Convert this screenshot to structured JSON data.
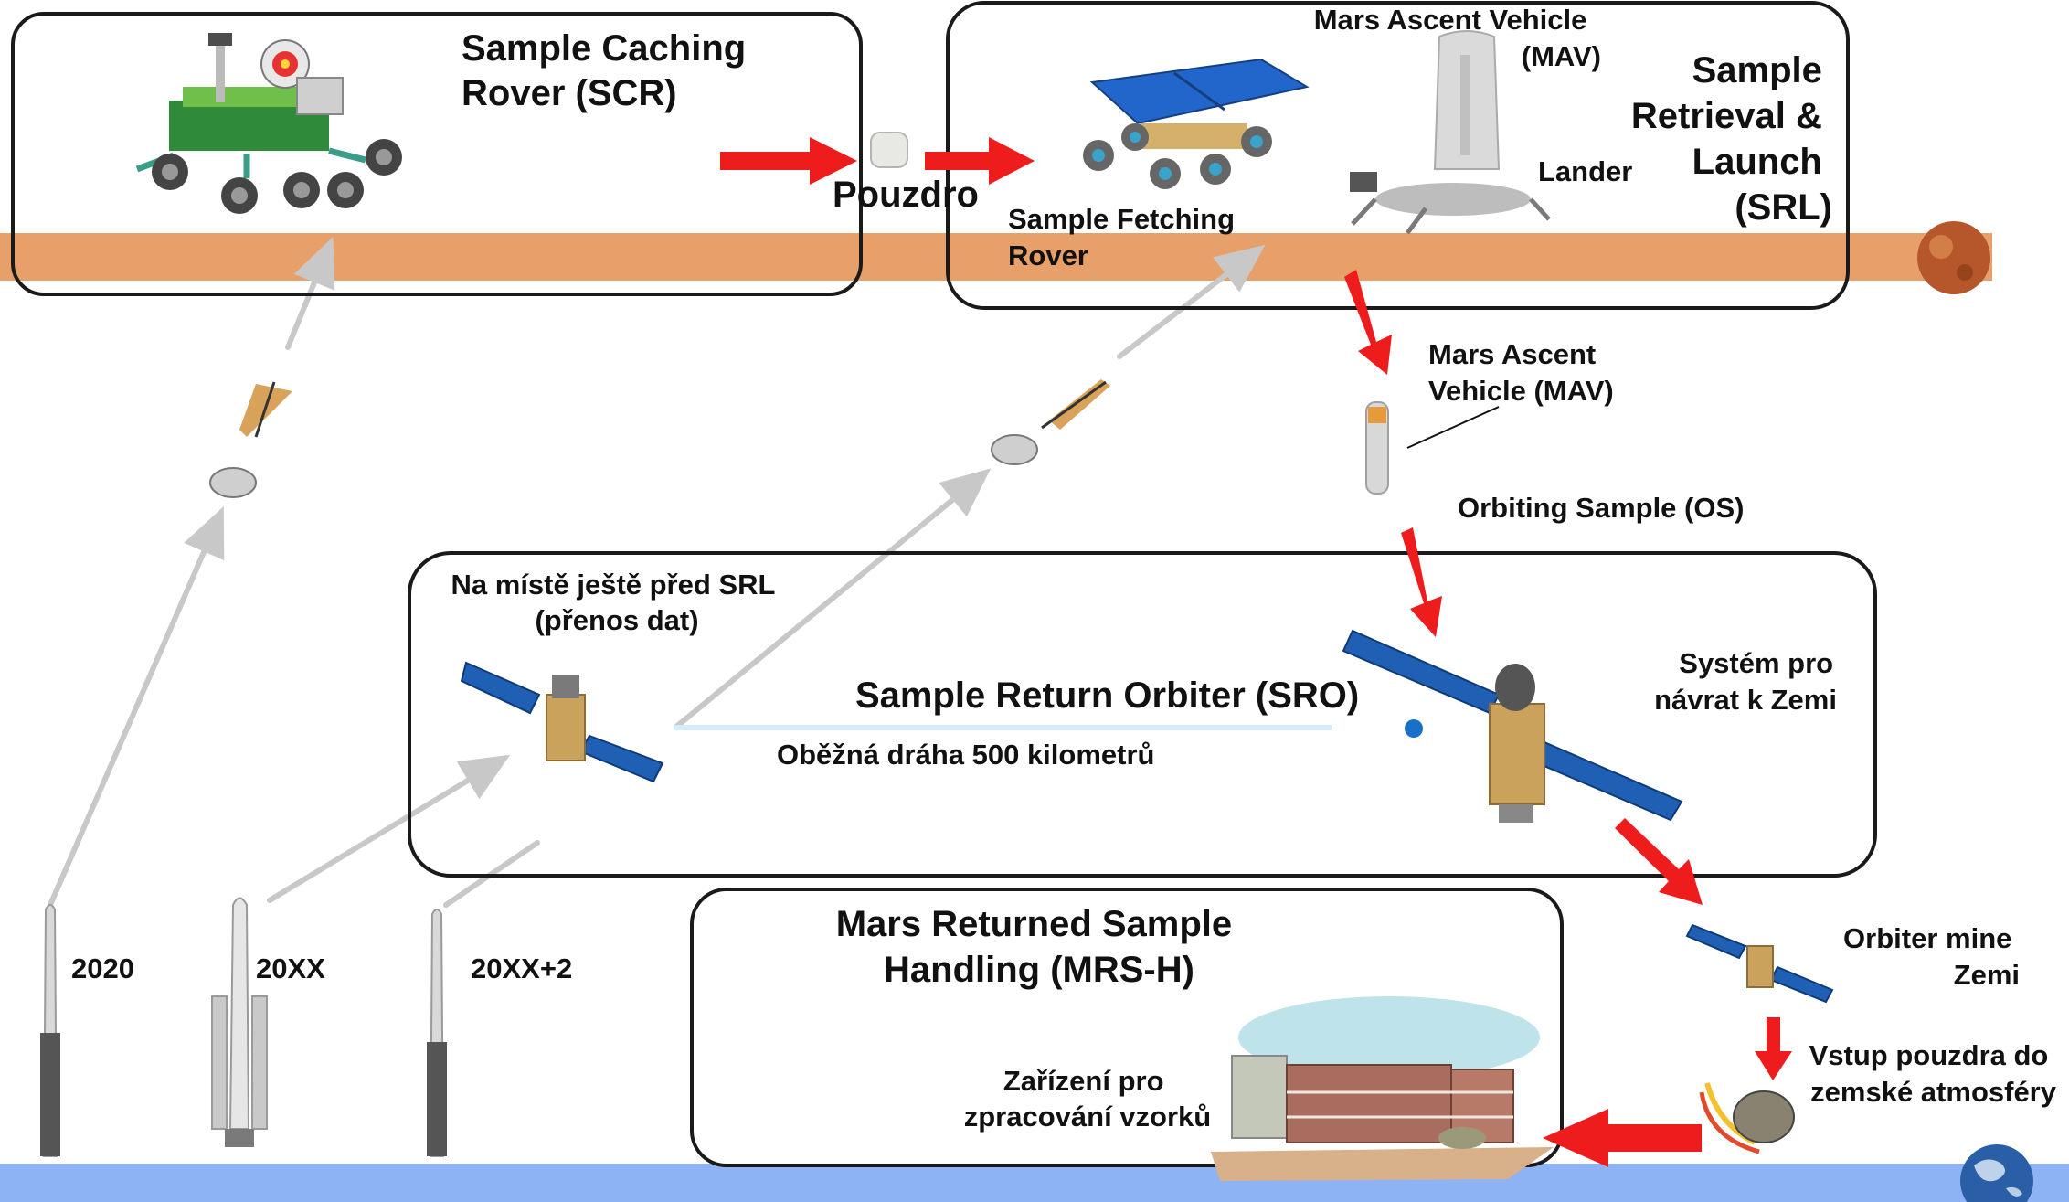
{
  "boxes": {
    "scr_title": [
      "Sample Caching",
      "Rover (SCR)"
    ],
    "srl_title": [
      "Sample",
      "Retrieval &",
      "Launch",
      "(SRL)"
    ],
    "sro_title": "Sample Return Orbiter (SRO)",
    "mrsh_title": [
      "Mars Returned Sample",
      "Handling (MRS-H)"
    ]
  },
  "labels": {
    "pouzdro": "Pouzdro",
    "mav_top": [
      "Mars Ascent Vehicle",
      "(MAV)"
    ],
    "lander": "Lander",
    "sample_fetching_rover": [
      "Sample Fetching",
      "Rover"
    ],
    "mav_mid": [
      "Mars Ascent",
      "Vehicle (MAV)"
    ],
    "orbiting_sample": "Orbiting Sample (OS)",
    "na_miste": [
      "Na místě ještě před SRL",
      "(přenos dat)"
    ],
    "orbit_500": "Oběžná dráha 500 kilometrů",
    "system_navrat": [
      "Systém pro",
      "návrat k Zemi"
    ],
    "orbiter_mine": [
      "Orbiter mine",
      "Zemi"
    ],
    "vstup": [
      "Vstup pouzdra do",
      "zemské atmosféry"
    ],
    "zarizeni": [
      "Zařízení pro",
      "zpracování vzorků"
    ]
  },
  "launches": [
    "2020",
    "20XX",
    "20XX+2"
  ],
  "icons": [
    "mars-planet-icon",
    "earth-planet-icon",
    "rover-icon",
    "fetch-rover-icon",
    "mav-rocket-icon",
    "lander-icon",
    "capsule-icon",
    "satellite-icon",
    "launch-rocket-icon",
    "building-icon",
    "reentry-capsule-icon"
  ],
  "colors": {
    "mars_band": "#E8A06A",
    "earth_band": "#8DB3F5",
    "flow_arrow": "#EE1C1C",
    "trajectory_arrow": "#C8C8C8",
    "solar_panel": "#1F5FB4",
    "box_stroke": "#1A1A1A"
  }
}
